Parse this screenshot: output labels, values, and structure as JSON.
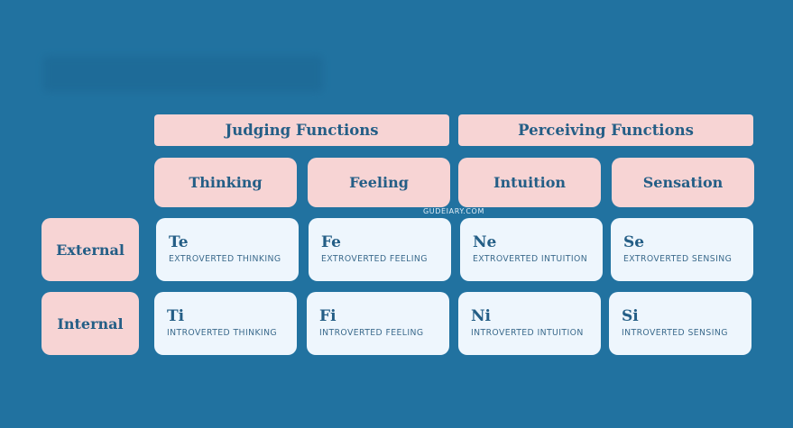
{
  "groups": {
    "judging": "Judging Functions",
    "perceiving": "Perceiving Functions"
  },
  "columns": {
    "thinking": "Thinking",
    "feeling": "Feeling",
    "intuition": "Intuition",
    "sensation": "Sensation"
  },
  "rows": {
    "external": "External",
    "internal": "Internal"
  },
  "cells": {
    "te": {
      "code": "Te",
      "name": "EXTROVERTED THINKING"
    },
    "fe": {
      "code": "Fe",
      "name": "EXTROVERTED FEELING"
    },
    "ne": {
      "code": "Ne",
      "name": "EXTROVERTED INTUITION"
    },
    "se": {
      "code": "Se",
      "name": "EXTROVERTED SENSING"
    },
    "ti": {
      "code": "Ti",
      "name": "INTROVERTED THINKING"
    },
    "fi": {
      "code": "Fi",
      "name": "INTROVERTED FEELING"
    },
    "ni": {
      "code": "Ni",
      "name": "INTROVERTED INTUITION"
    },
    "si": {
      "code": "Si",
      "name": "INTROVERTED SENSING"
    }
  },
  "watermark": "GUDEIARY.COM",
  "colors": {
    "background": "#2172A0",
    "header": "#F7D4D4",
    "cell": "#EEF6FD",
    "text": "#245E86"
  }
}
